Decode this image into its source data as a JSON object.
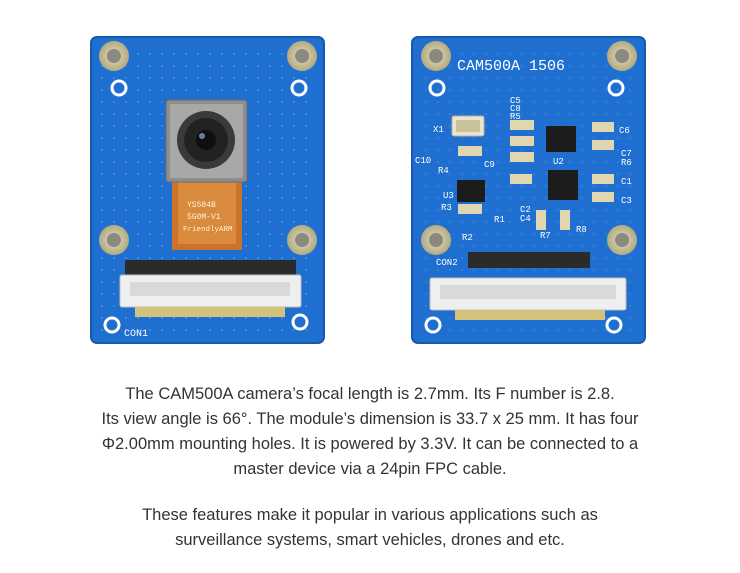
{
  "board_front": {
    "connector_label": "CON1",
    "sensor_label_lines": [
      "YS584B",
      "5G0M-V1",
      "FriendlyARM"
    ]
  },
  "board_back": {
    "title": "CAM500A 1506",
    "connector_label": "CON2",
    "component_labels": [
      "X1",
      "C5",
      "C8",
      "R5",
      "C6",
      "C7",
      "R6",
      "C10",
      "C9",
      "R4",
      "U2",
      "U3",
      "C1",
      "C3",
      "C2",
      "C4",
      "R3",
      "R1",
      "R2",
      "R7",
      "R8"
    ]
  },
  "caption": {
    "paragraph1_lines": [
      "The CAM500A camera’s focal length is 2.7mm. Its F number is 2.8.",
      "Its view angle is 66°. The module’s dimension is 33.7 x 25 mm. It has four",
      "Φ2.00mm mounting holes. It is powered by 3.3V. It can be connected to a",
      "master device via a 24pin FPC cable."
    ],
    "paragraph2_lines": [
      "These features make it popular in various applications such as",
      "surveillance systems, smart vehicles, drones and etc."
    ]
  },
  "colors": {
    "pcb_blue": "#1f6fd0",
    "pcb_edge": "#1858ad",
    "hole_gold": "#c9c19a",
    "connector_white": "#efefef",
    "flex_orange": "#c9742a",
    "text": "#333333"
  }
}
